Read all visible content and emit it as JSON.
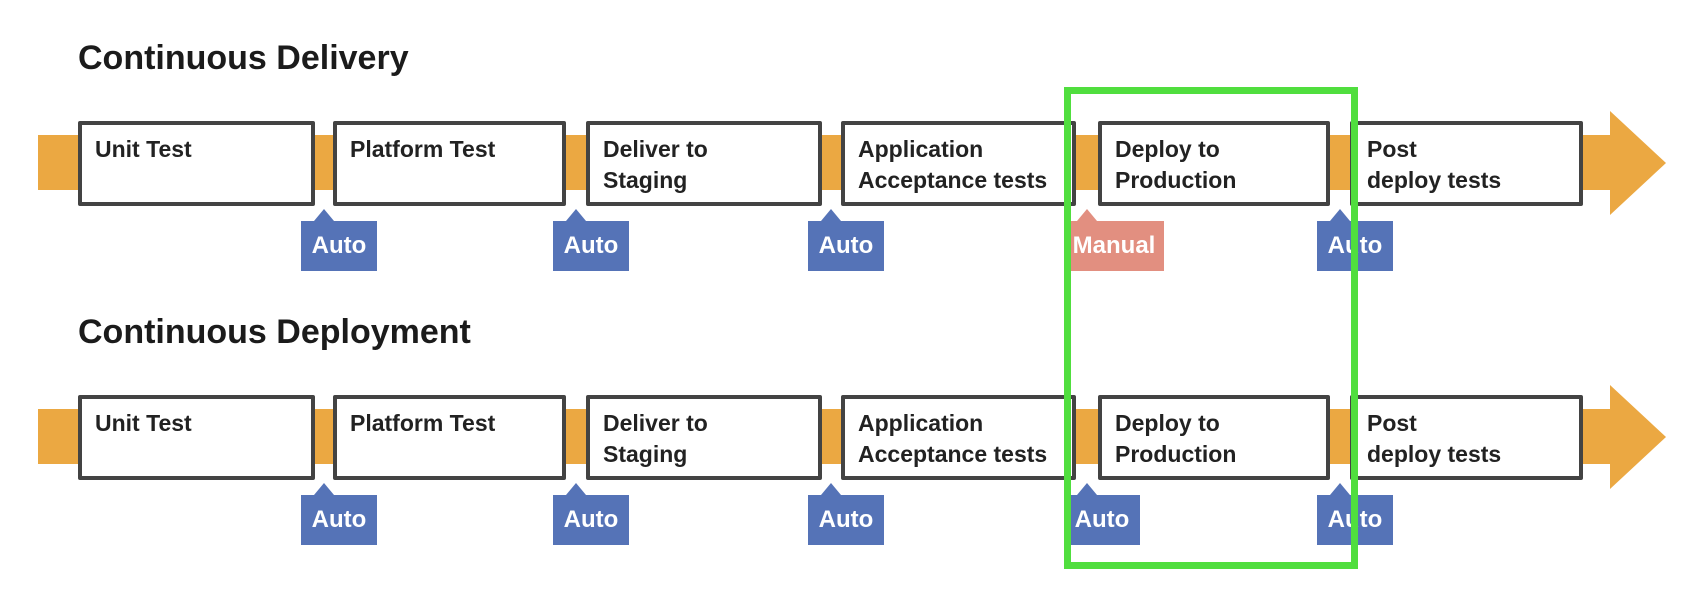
{
  "colors": {
    "arrow_orange": "#EBA842",
    "auto_badge_blue": "#5573B7",
    "manual_badge_salmon": "#E28F80",
    "box_border_gray": "#434343",
    "highlight_green": "#50DE3E",
    "label_text": "#222222",
    "badge_text": "#FFFFFF"
  },
  "pipelines": [
    {
      "title": "Continuous Delivery",
      "stages": [
        {
          "label": "Unit Test"
        },
        {
          "label": "Platform Test"
        },
        {
          "label": "Deliver to\nStaging"
        },
        {
          "label": "Application\nAcceptance tests"
        },
        {
          "label": "Deploy to\nProduction"
        },
        {
          "label": "Post\ndeploy tests"
        }
      ],
      "transitions": [
        {
          "label": "Auto",
          "type": "auto"
        },
        {
          "label": "Auto",
          "type": "auto"
        },
        {
          "label": "Auto",
          "type": "auto"
        },
        {
          "label": "Manual",
          "type": "manual"
        },
        {
          "label": "Auto",
          "type": "auto"
        }
      ]
    },
    {
      "title": "Continuous Deployment",
      "stages": [
        {
          "label": "Unit Test"
        },
        {
          "label": "Platform Test"
        },
        {
          "label": "Deliver to\nStaging"
        },
        {
          "label": "Application\nAcceptance tests"
        },
        {
          "label": "Deploy to\nProduction"
        },
        {
          "label": "Post\ndeploy tests"
        }
      ],
      "transitions": [
        {
          "label": "Auto",
          "type": "auto"
        },
        {
          "label": "Auto",
          "type": "auto"
        },
        {
          "label": "Auto",
          "type": "auto"
        },
        {
          "label": "Auto",
          "type": "auto"
        },
        {
          "label": "Auto",
          "type": "auto"
        }
      ]
    }
  ]
}
